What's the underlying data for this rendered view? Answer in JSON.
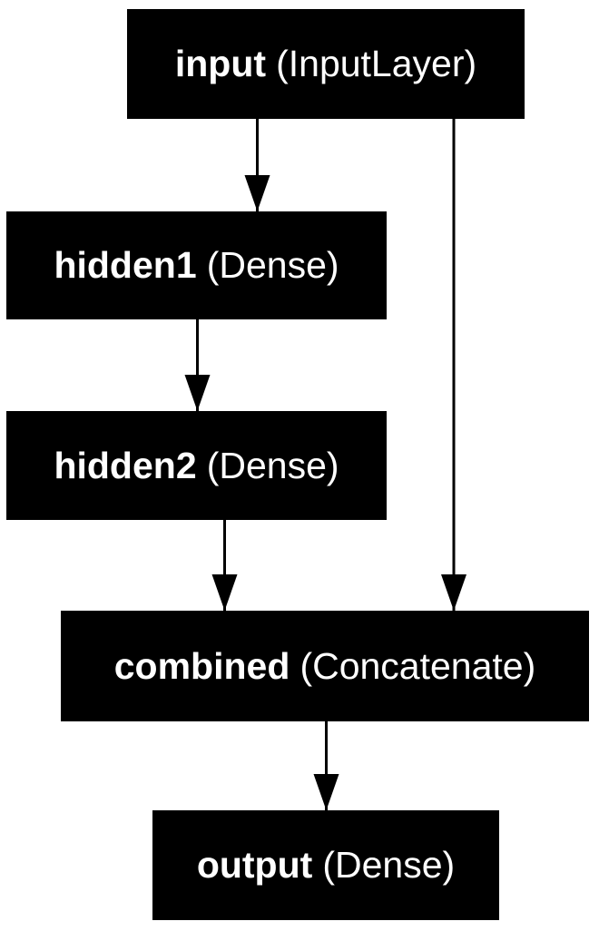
{
  "diagram": {
    "kind": "neural-network-layer-graph",
    "colors": {
      "background": "#ffffff",
      "node_fill": "#000000",
      "node_text": "#ffffff",
      "edge": "#000000"
    },
    "nodes": [
      {
        "id": "input",
        "name": "input",
        "layer_type": "(InputLayer)"
      },
      {
        "id": "hidden1",
        "name": "hidden1",
        "layer_type": "(Dense)"
      },
      {
        "id": "hidden2",
        "name": "hidden2",
        "layer_type": "(Dense)"
      },
      {
        "id": "combined",
        "name": "combined",
        "layer_type": "(Concatenate)"
      },
      {
        "id": "output",
        "name": "output",
        "layer_type": "(Dense)"
      }
    ],
    "edges": [
      {
        "from": "input",
        "to": "hidden1"
      },
      {
        "from": "input",
        "to": "combined"
      },
      {
        "from": "hidden1",
        "to": "hidden2"
      },
      {
        "from": "hidden2",
        "to": "combined"
      },
      {
        "from": "combined",
        "to": "output"
      }
    ]
  }
}
